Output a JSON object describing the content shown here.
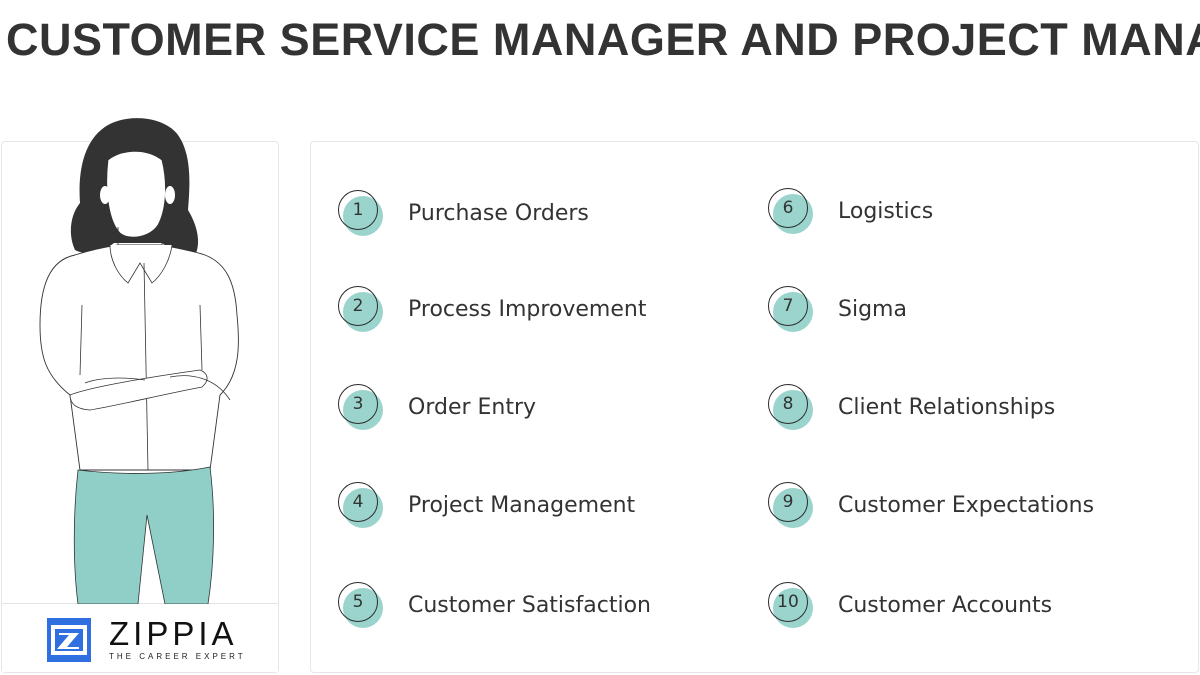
{
  "title": "CUSTOMER SERVICE MANAGER AND PROJECT MANAG",
  "colors": {
    "accent_teal": "#8fcfc8",
    "text_dark": "#333333",
    "logo_blue": "#2f6fe0"
  },
  "illustration": {
    "subject": "woman-with-crossed-arms"
  },
  "logo": {
    "icon": "zippia-z-icon",
    "name": "ZIPPIA",
    "tagline": "THE CAREER EXPERT"
  },
  "skills": [
    {
      "number": "1",
      "label": "Purchase Orders"
    },
    {
      "number": "2",
      "label": "Process Improvement"
    },
    {
      "number": "3",
      "label": "Order Entry"
    },
    {
      "number": "4",
      "label": "Project Management"
    },
    {
      "number": "5",
      "label": "Customer Satisfaction"
    },
    {
      "number": "6",
      "label": "Logistics"
    },
    {
      "number": "7",
      "label": "Sigma"
    },
    {
      "number": "8",
      "label": "Client Relationships"
    },
    {
      "number": "9",
      "label": "Customer Expectations"
    },
    {
      "number": "10",
      "label": "Customer Accounts"
    }
  ]
}
